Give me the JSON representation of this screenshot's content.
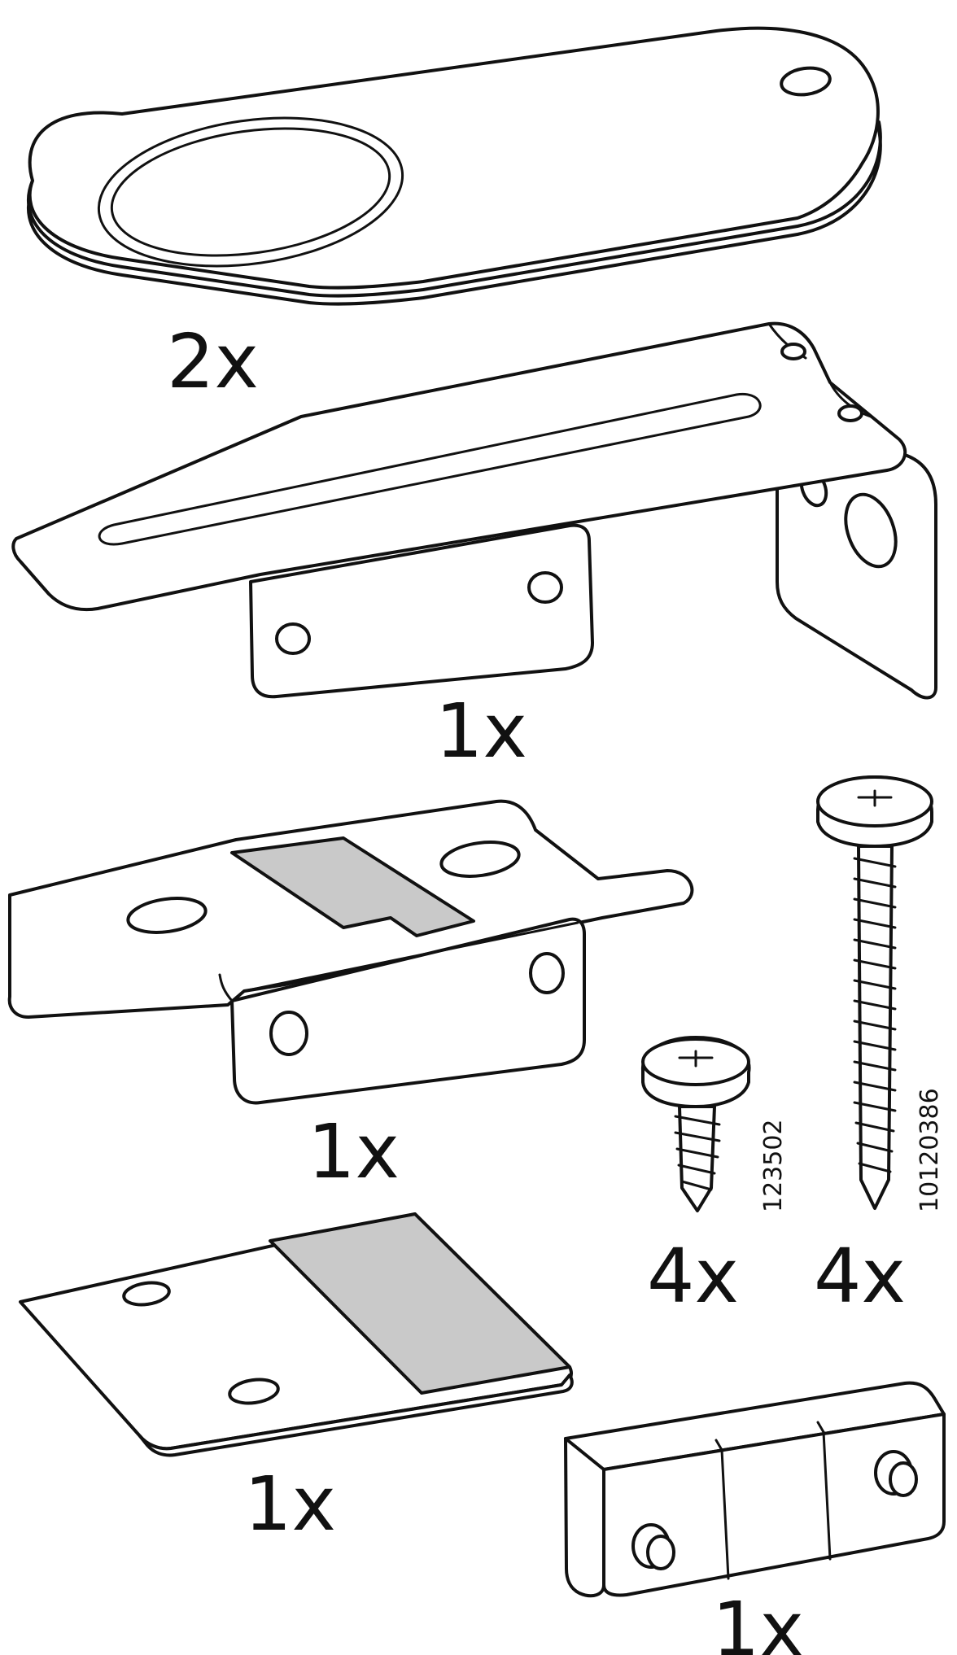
{
  "parts": [
    {
      "id": "oval-plate",
      "quantity": "2x"
    },
    {
      "id": "angle-bracket",
      "quantity": "1x"
    },
    {
      "id": "sliding-bracket",
      "quantity": "1x"
    },
    {
      "id": "short-screw",
      "quantity": "4x",
      "article_number": "123502"
    },
    {
      "id": "long-screw",
      "quantity": "4x",
      "article_number": "10120386"
    },
    {
      "id": "flat-plate",
      "quantity": "1x"
    },
    {
      "id": "connector-block",
      "quantity": "1x"
    }
  ],
  "colors": {
    "line": "#111111",
    "fill": "#ffffff",
    "shade": "#c9c9c9"
  }
}
